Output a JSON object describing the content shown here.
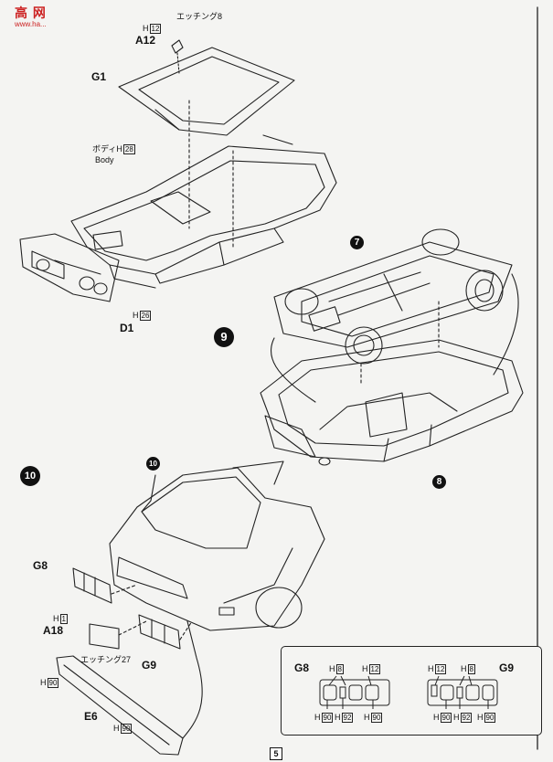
{
  "logo": {
    "text": "高 网",
    "url": "www.ha..."
  },
  "steps": {
    "step9": "9",
    "step10": "10",
    "sub7": "7",
    "sub8": "8",
    "sub10": "10"
  },
  "labels": {
    "etching8": "エッチング8",
    "h12": "12",
    "a12": "A12",
    "g1": "G1",
    "body_jp": "ボディH",
    "body_jp_box": "28",
    "body_en": "Body",
    "d1_h": "26",
    "d1": "D1",
    "g8": "G8",
    "h1": "1",
    "a18": "A18",
    "etching27": "エッチング27",
    "g9": "G9",
    "h90": "90",
    "e6": "E6",
    "h_prefix": "H"
  },
  "inset": {
    "g8": "G8",
    "g9": "G9",
    "h8": "8",
    "h12": "12",
    "h90": "90",
    "h92": "92"
  },
  "page": {
    "number": "5"
  },
  "colors": {
    "ink": "#111111",
    "paper": "#f4f4f2",
    "logo": "#cc2222"
  }
}
